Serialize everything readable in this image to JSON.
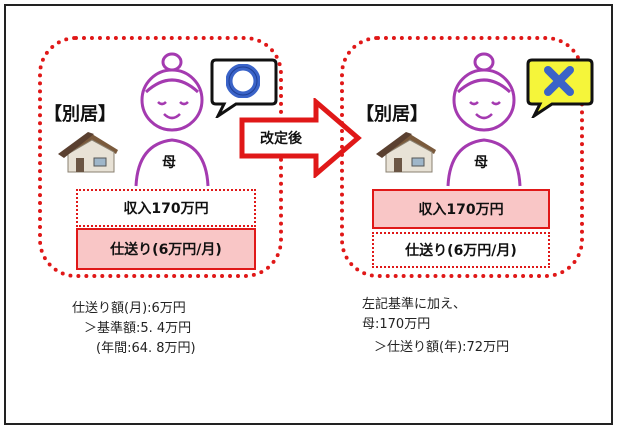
{
  "left": {
    "tag": "【別居】",
    "mother": "母",
    "income": "収入170万円",
    "allowance": "仕送り(6万円/月)",
    "bubble_icon": "circle-ok-icon",
    "notes": [
      "仕送り額(月):6万円",
      "＞基準額:5. 4万円",
      "(年間:64. 8万円)"
    ]
  },
  "arrow": {
    "label": "改定後"
  },
  "right": {
    "tag": "【別居】",
    "mother": "母",
    "income": "収入170万円",
    "allowance": "仕送り(6万円/月)",
    "bubble_icon": "cross-ng-icon",
    "notes": [
      "左記基準に加え、",
      "母:170万円",
      "＞仕送り額(年):72万円"
    ]
  },
  "colors": {
    "accent": "#e01818",
    "pink": "#f9c6c6",
    "purple": "#a43ab0",
    "bubble_yellow": "#f5f53a",
    "ok_blue": "#3a63c8"
  }
}
